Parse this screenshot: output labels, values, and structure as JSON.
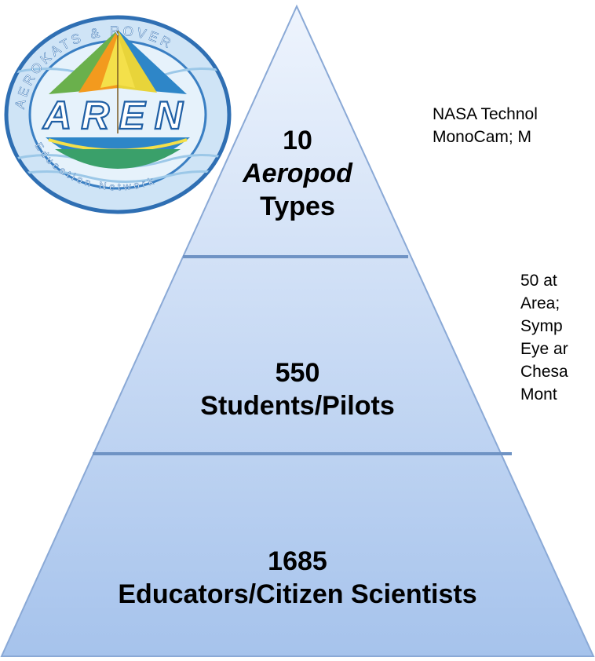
{
  "logo": {
    "ring_text": "AEROKATS & ROVER Education Network",
    "name": "AREN"
  },
  "pyramid": {
    "tier1": {
      "number": "10",
      "line2": "Aeropod",
      "line3": "Types"
    },
    "tier2": {
      "number": "550",
      "line2": "Students/Pilots"
    },
    "tier3": {
      "number": "1685",
      "line2": "Educators/Citizen Scientists"
    }
  },
  "notes": {
    "tier1": [
      "NASA Technol",
      "MonoCam; M"
    ],
    "tier2": [
      "50 at",
      "Area;",
      "Symp",
      "Eye ar",
      "Chesa",
      "Mont"
    ]
  },
  "colors": {
    "pyramid_top": "#e8f0fc",
    "pyramid_bottom": "#a9c6ee",
    "pyramid_outline": "#8aa9d6",
    "divider": "#6f93c4"
  }
}
